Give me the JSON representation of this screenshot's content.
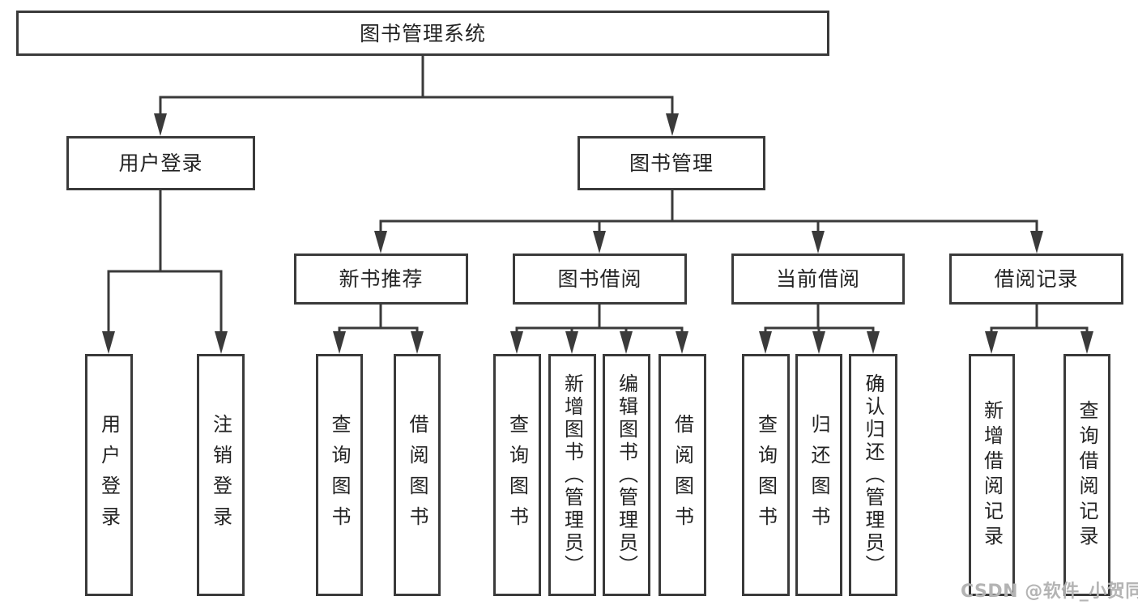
{
  "diagram": {
    "root": "图书管理系统",
    "level2": {
      "user_login": "用户登录",
      "book_management": "图书管理"
    },
    "level3": {
      "new_book_recommend": "新书推荐",
      "book_borrowing": "图书借阅",
      "current_borrowing": "当前借阅",
      "borrowing_records": "借阅记录"
    },
    "leaves": {
      "login_user_login": "用户登录",
      "login_logout": "注销登录",
      "rec_query_books": "查询图书",
      "rec_borrow_books": "借阅图书",
      "bb_query_books": "查询图书",
      "bb_add_books_admin": "新增图书（管理员）",
      "bb_edit_books_admin": "编辑图书（管理员）",
      "bb_borrow_books": "借阅图书",
      "cb_query_books": "查询图书",
      "cb_return_books": "归还图书",
      "cb_confirm_return_admin": "确认归还（管理员）",
      "br_add_record": "新增借阅记录",
      "br_query_record": "查询借阅记录"
    }
  },
  "watermark": "CSDN @软件_小贺同学",
  "colors": {
    "line": "#3a3a3a",
    "text": "#232323",
    "background": "#ffffff",
    "watermark": "#b4b4b4"
  }
}
